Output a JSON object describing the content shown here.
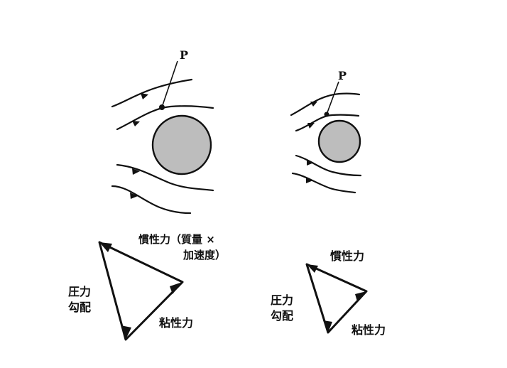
{
  "left_panel": {
    "point_label": "P",
    "inertial_force_line1": "慣性力（質量 ×",
    "inertial_force_line2": "加速度）",
    "pressure_gradient_line1": "圧力",
    "pressure_gradient_line2": "勾配",
    "viscous_force": "粘性力"
  },
  "right_panel": {
    "point_label": "P",
    "inertial_force": "慣性力",
    "pressure_gradient_line1": "圧力",
    "pressure_gradient_line2": "勾配",
    "viscous_force": "粘性力"
  },
  "colors": {
    "sphere_fill": "#bdbdbd",
    "ink": "#111111"
  }
}
